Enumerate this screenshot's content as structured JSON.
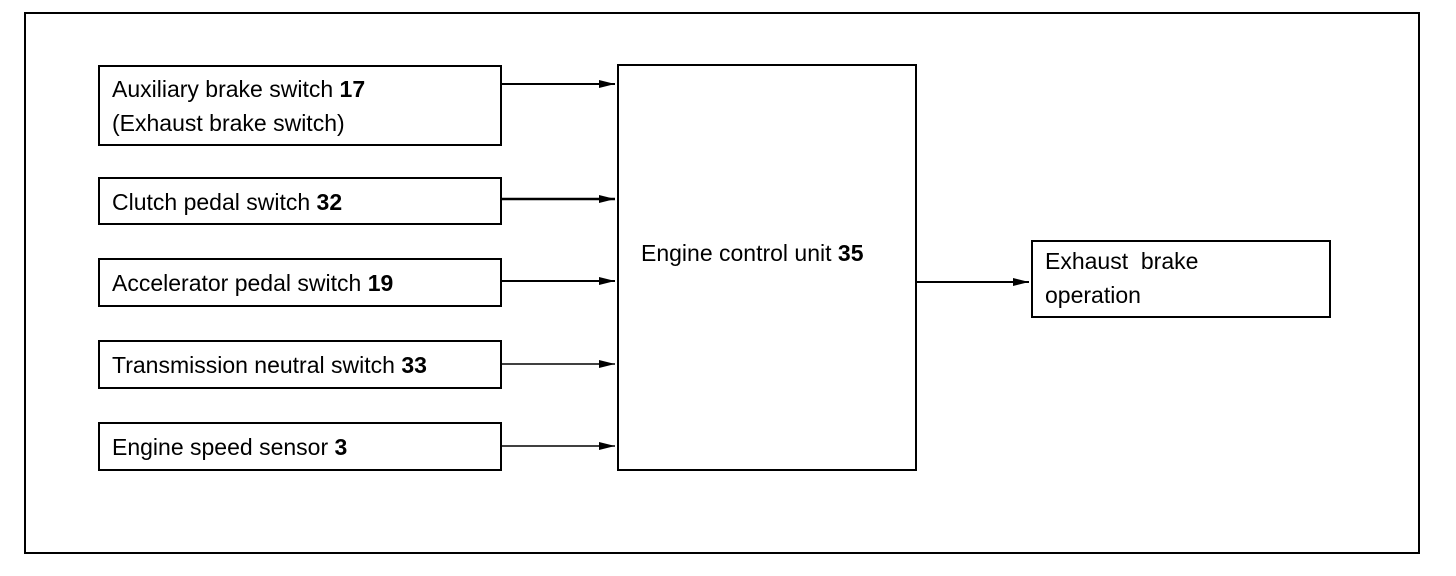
{
  "inputs": [
    {
      "label": "Auxiliary brake switch",
      "number": "17",
      "sublabel": "(Exhaust brake switch)"
    },
    {
      "label": "Clutch pedal switch",
      "number": "32"
    },
    {
      "label": "Accelerator pedal switch",
      "number": "19"
    },
    {
      "label": "Transmission neutral switch",
      "number": "33"
    },
    {
      "label": "Engine speed sensor",
      "number": "3"
    }
  ],
  "ecu": {
    "label": "Engine control unit",
    "number": "35"
  },
  "output": {
    "line1": "Exhaust  brake",
    "line2": "operation"
  }
}
